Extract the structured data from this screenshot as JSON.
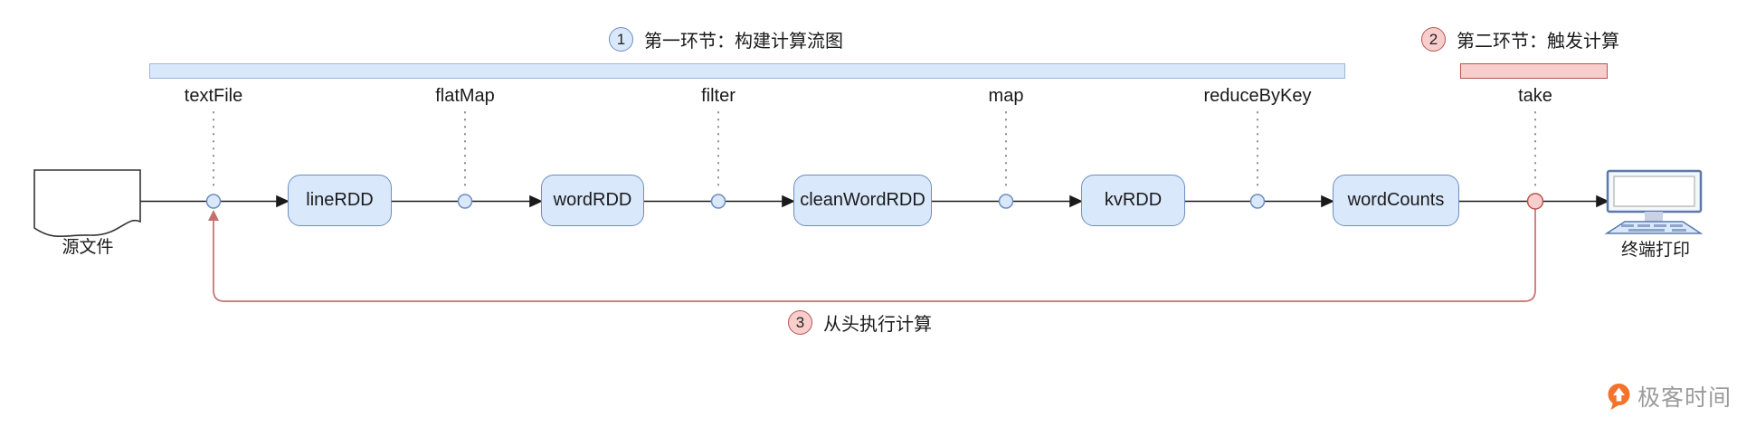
{
  "diagram": {
    "phase1": {
      "number": "1",
      "label": "第一环节：构建计算流图"
    },
    "phase2": {
      "number": "2",
      "label": "第二环节：触发计算"
    },
    "phase3": {
      "number": "3",
      "label": "从头执行计算"
    },
    "operations": [
      "textFile",
      "flatMap",
      "filter",
      "map",
      "reduceByKey",
      "take"
    ],
    "nodes": [
      "lineRDD",
      "wordRDD",
      "cleanWordRDD",
      "kvRDD",
      "wordCounts"
    ],
    "source_label": "源文件",
    "sink_label": "终端打印"
  },
  "branding": {
    "logo_text": "极客时间"
  },
  "colors": {
    "node_fill": "#dae8fc",
    "node_border": "#6c8ebf",
    "phase2_fill": "#f8cecc",
    "phase2_border": "#b85450",
    "loop_line": "#c4706d",
    "logo_orange": "#f3722c"
  }
}
